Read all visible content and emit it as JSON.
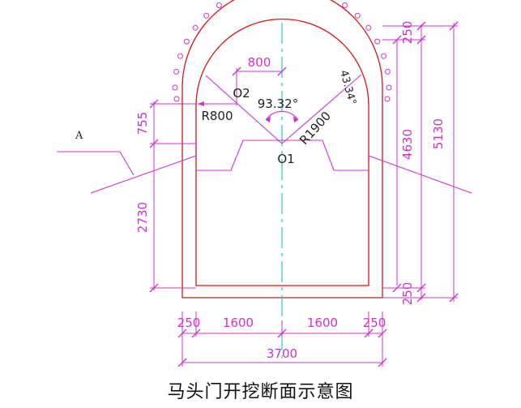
{
  "caption": "马头门开挖断面示意图",
  "labels": {
    "a": "A",
    "o1": "O1",
    "o2": "O2",
    "r800": "R800",
    "r1900": "R1900",
    "angle_center": "93.32°",
    "angle_side": "43.34°"
  },
  "dimensions": {
    "top_wall": "250",
    "bottom_wall": "250",
    "h_4630": "4630",
    "h_5130": "5130",
    "h_755": "755",
    "h_2730": "2730",
    "w_800": "800",
    "w_left_wall": "250",
    "w_left_half": "1600",
    "w_right_half": "1600",
    "w_right_wall": "250",
    "w_total": "3700"
  },
  "colors": {
    "outline": "#d01818",
    "dimension": "#cc33cc",
    "axis": "#20c8c8",
    "dark": "#222222"
  }
}
